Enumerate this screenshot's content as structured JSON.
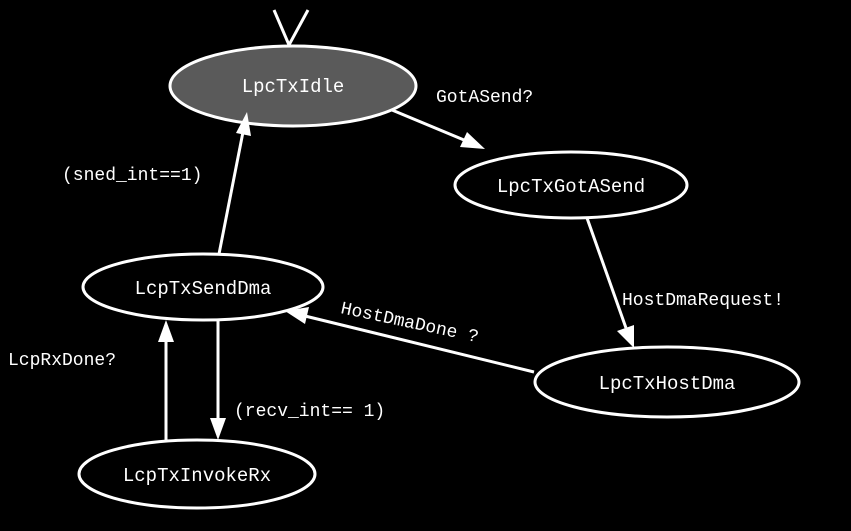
{
  "colors": {
    "background": "#000000",
    "stroke": "#ffffff",
    "text": "#ffffff",
    "initial_state_fill": "#5a5a5a"
  },
  "states": {
    "idle": "LpcTxIdle",
    "got_a_send": "LpcTxGotASend",
    "host_dma": "LpcTxHostDma",
    "send_dma": "LcpTxSendDma",
    "invoke_rx": "LcpTxInvokeRx"
  },
  "transitions": {
    "idle_to_got_a_send": "GotASend?",
    "got_a_send_to_host_dma": "HostDmaRequest!",
    "host_dma_to_send_dma": "HostDmaDone ?",
    "send_dma_to_idle": "(sned_int==1)",
    "send_dma_to_invoke_rx": "(recv_int== 1)",
    "invoke_rx_to_send_dma": "LcpRxDone?"
  }
}
